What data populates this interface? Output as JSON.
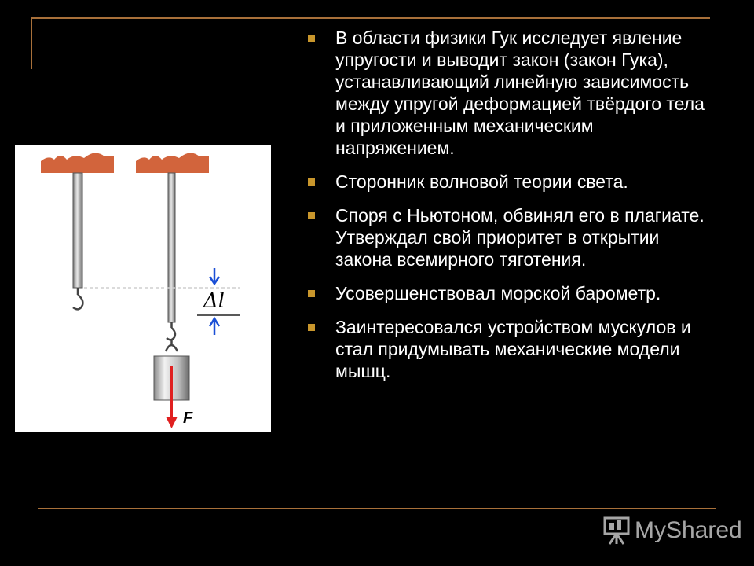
{
  "slide": {
    "bullets": [
      "В области физики Гук исследует явление упругости и выводит закон (закон Гука), устанавливающий линейную зависимость между упругой деформацией твёрдого тела и приложенным механическим напряжением.",
      "Сторонник волновой теории света.",
      "Споря с Ньютоном, обвинял его в плагиате. Утверждал свой приоритет в открытии закона всемирного тяготения.",
      "Усовершенствовал морской барометр.",
      "Заинтересовался устройством мускулов и стал придумывать механические модели мышц."
    ]
  },
  "figure": {
    "delta_label": "Δl",
    "force_label": "F",
    "colors": {
      "support": "#d2643c",
      "arrow": "#1a4fd6",
      "force": "#e02020"
    }
  },
  "watermark": {
    "text": "MyShared",
    "icon": "projector-screen-icon"
  },
  "theme": {
    "background": "#000000",
    "rule_color": "#a8703a",
    "bullet_color": "#c8962c"
  }
}
